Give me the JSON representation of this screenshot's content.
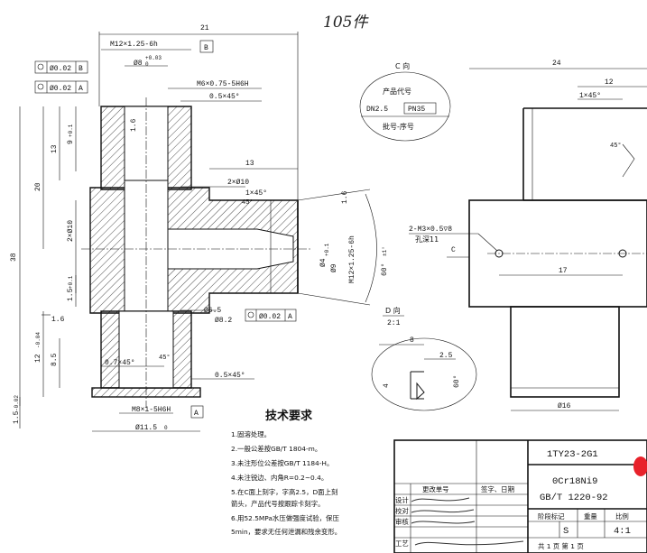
{
  "handwritten_qty": "105件",
  "colors": {
    "ink": "#111111",
    "paper": "#ffffff",
    "red_stamp": "#e8212a"
  },
  "main_view": {
    "dims": {
      "d21": "21",
      "m12_top": "M12×1.25-6h",
      "dB": "B",
      "tol1": "Ø0.02",
      "tol1_ref": "B",
      "tol2": "Ø0.02",
      "tol2_ref": "A",
      "d8": "Ø8",
      "d8_tol": "+0.03",
      "d8_tol0": "0",
      "m6": "M6×0.75-5H6H",
      "ch05a": "0.5×45°",
      "d13h": "13",
      "d2x10": "2×Ø10",
      "ch1x45": "1×45°",
      "d20": "20",
      "d38": "38",
      "d13v": "13",
      "d9": "9",
      "d9tol": "+0.1",
      "d2x10v": "2×Ø10",
      "d15": "1.5",
      "d15tol": "+0.1",
      "r16a": "1.6",
      "r16b": "1.6",
      "r16c": "1.6",
      "d65": "Ø6.5",
      "d82": "Ø8.2",
      "tol3": "Ø0.02",
      "tol3_ref": "A",
      "d12": "12",
      "d12tol": "-0.04",
      "d85": "8.5",
      "ch07": "0.7×45°",
      "ch05b": "0.5×45°",
      "m8": "M8×1-5H6H",
      "dA": "A",
      "d115": "Ø11.5",
      "d115tol": "0",
      "d15b": "1.5",
      "d15btol": "-0.02",
      "ang45a": "45°",
      "ang45b": "45°",
      "d4": "Ø4",
      "d9cone": "Ø9",
      "d9ctol": "+0.1",
      "m12r": "M12×1.25-6h",
      "ang60": "60°",
      "ang60tol": "±1°"
    }
  },
  "c_view": {
    "label": "C 向",
    "code": "产品代号",
    "dn": "DN2.5",
    "pn": "PN35",
    "batch": "批号-序号"
  },
  "right_view": {
    "d24": "24",
    "d12": "12",
    "ch1x45": "1×45°",
    "ang45": "45°",
    "holes": "2-M3×0.5▽8",
    "hole_depth": "孔深11",
    "c": "C",
    "d17": "17",
    "d16": "Ø16"
  },
  "d_view": {
    "label": "D 向",
    "scale": "2:1",
    "d8": "8",
    "d25": "2.5",
    "d4": "4",
    "ang60": "60°"
  },
  "tech_req": {
    "title": "技术要求",
    "items": [
      "1.固溶处理。",
      "2.一般公差按GB/T 1804-m。",
      "3.未注形位公差按GB/T 1184-H。",
      "4.未注锐边、内角R=0.2~0.4。",
      "5.在C面上刻字，字高2.5，D面上刻",
      "箭头，产品代号按跟踪卡刻字。",
      "6.用52.5MPa水压做强度试验，保压",
      "5min，要求无任何泄漏和残余变形。"
    ]
  },
  "title_block": {
    "drawing_no": "1TY23-2G1",
    "material": "0Cr18Ni9",
    "standard": "GB/T 1220-92",
    "headers": [
      "更改单号",
      "签字、日期"
    ],
    "roles": [
      "设计",
      "校对",
      "审核",
      "工艺"
    ],
    "stage_hdr": "阶段标记",
    "weight_hdr": "重量",
    "scale_hdr": "比例",
    "stage": "S",
    "scale": "4:1",
    "sheets": "共 1 页 第 1 页"
  }
}
